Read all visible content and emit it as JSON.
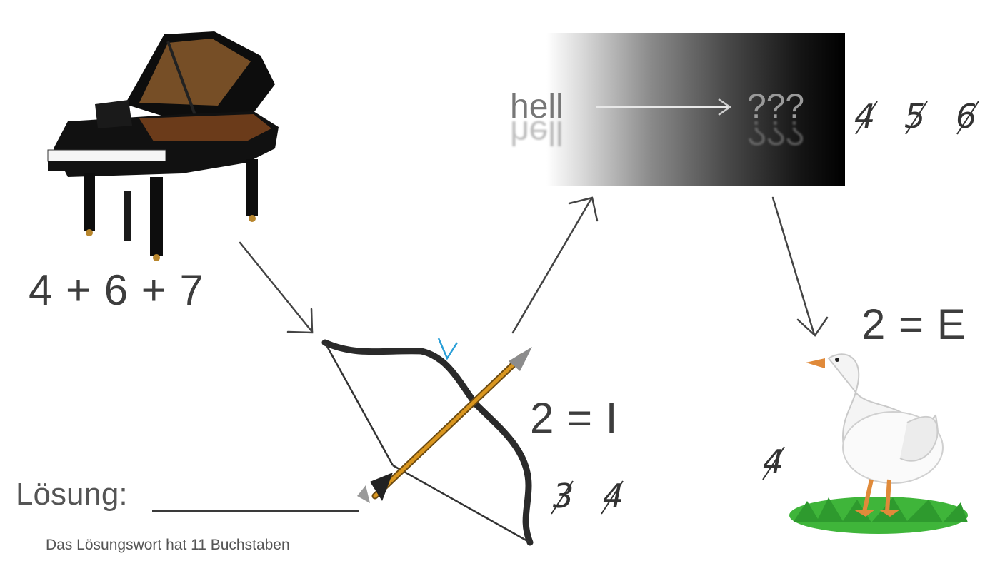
{
  "piano_formula": "4 + 6 + 7",
  "puzzle_box": {
    "left_word": "hell",
    "right_word": "???"
  },
  "box_crossed_digits": [
    "4",
    "5",
    "6"
  ],
  "bow_equation": "2 = I",
  "bow_crossed_digits": [
    "3",
    "4"
  ],
  "goose_equation": "2 = E",
  "goose_crossed_digit": "4",
  "solution_label": "Lösung:",
  "solution_hint": "Das Lösungswort hat 11 Buchstaben"
}
